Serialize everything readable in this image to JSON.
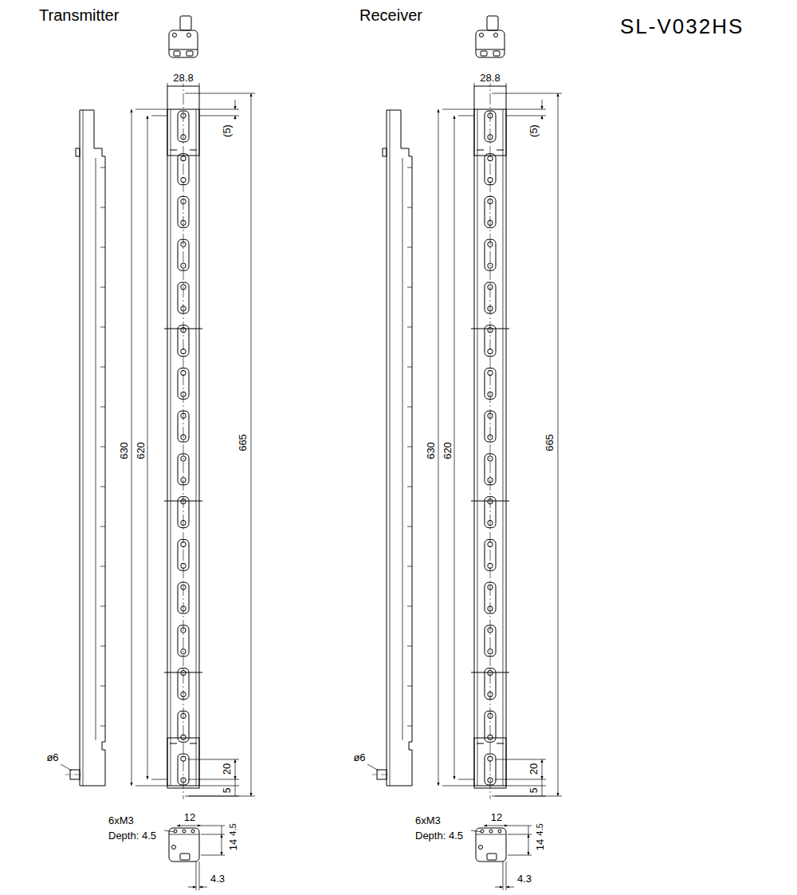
{
  "diagram": {
    "title": "SL-V032HS",
    "labels": [
      "Transmitter",
      "28.8",
      "(5)",
      "630",
      "620",
      "665",
      "ø6",
      "20",
      "5",
      "6xM3",
      "Depth: 4.5",
      "12",
      "4.5",
      "14",
      "4.3",
      "Receiver",
      "28.8",
      "(5)",
      "630",
      "620",
      "665",
      "ø6",
      "20",
      "5",
      "6xM3",
      "Depth: 4.5",
      "12",
      "4.5",
      "14",
      "4.3"
    ]
  }
}
